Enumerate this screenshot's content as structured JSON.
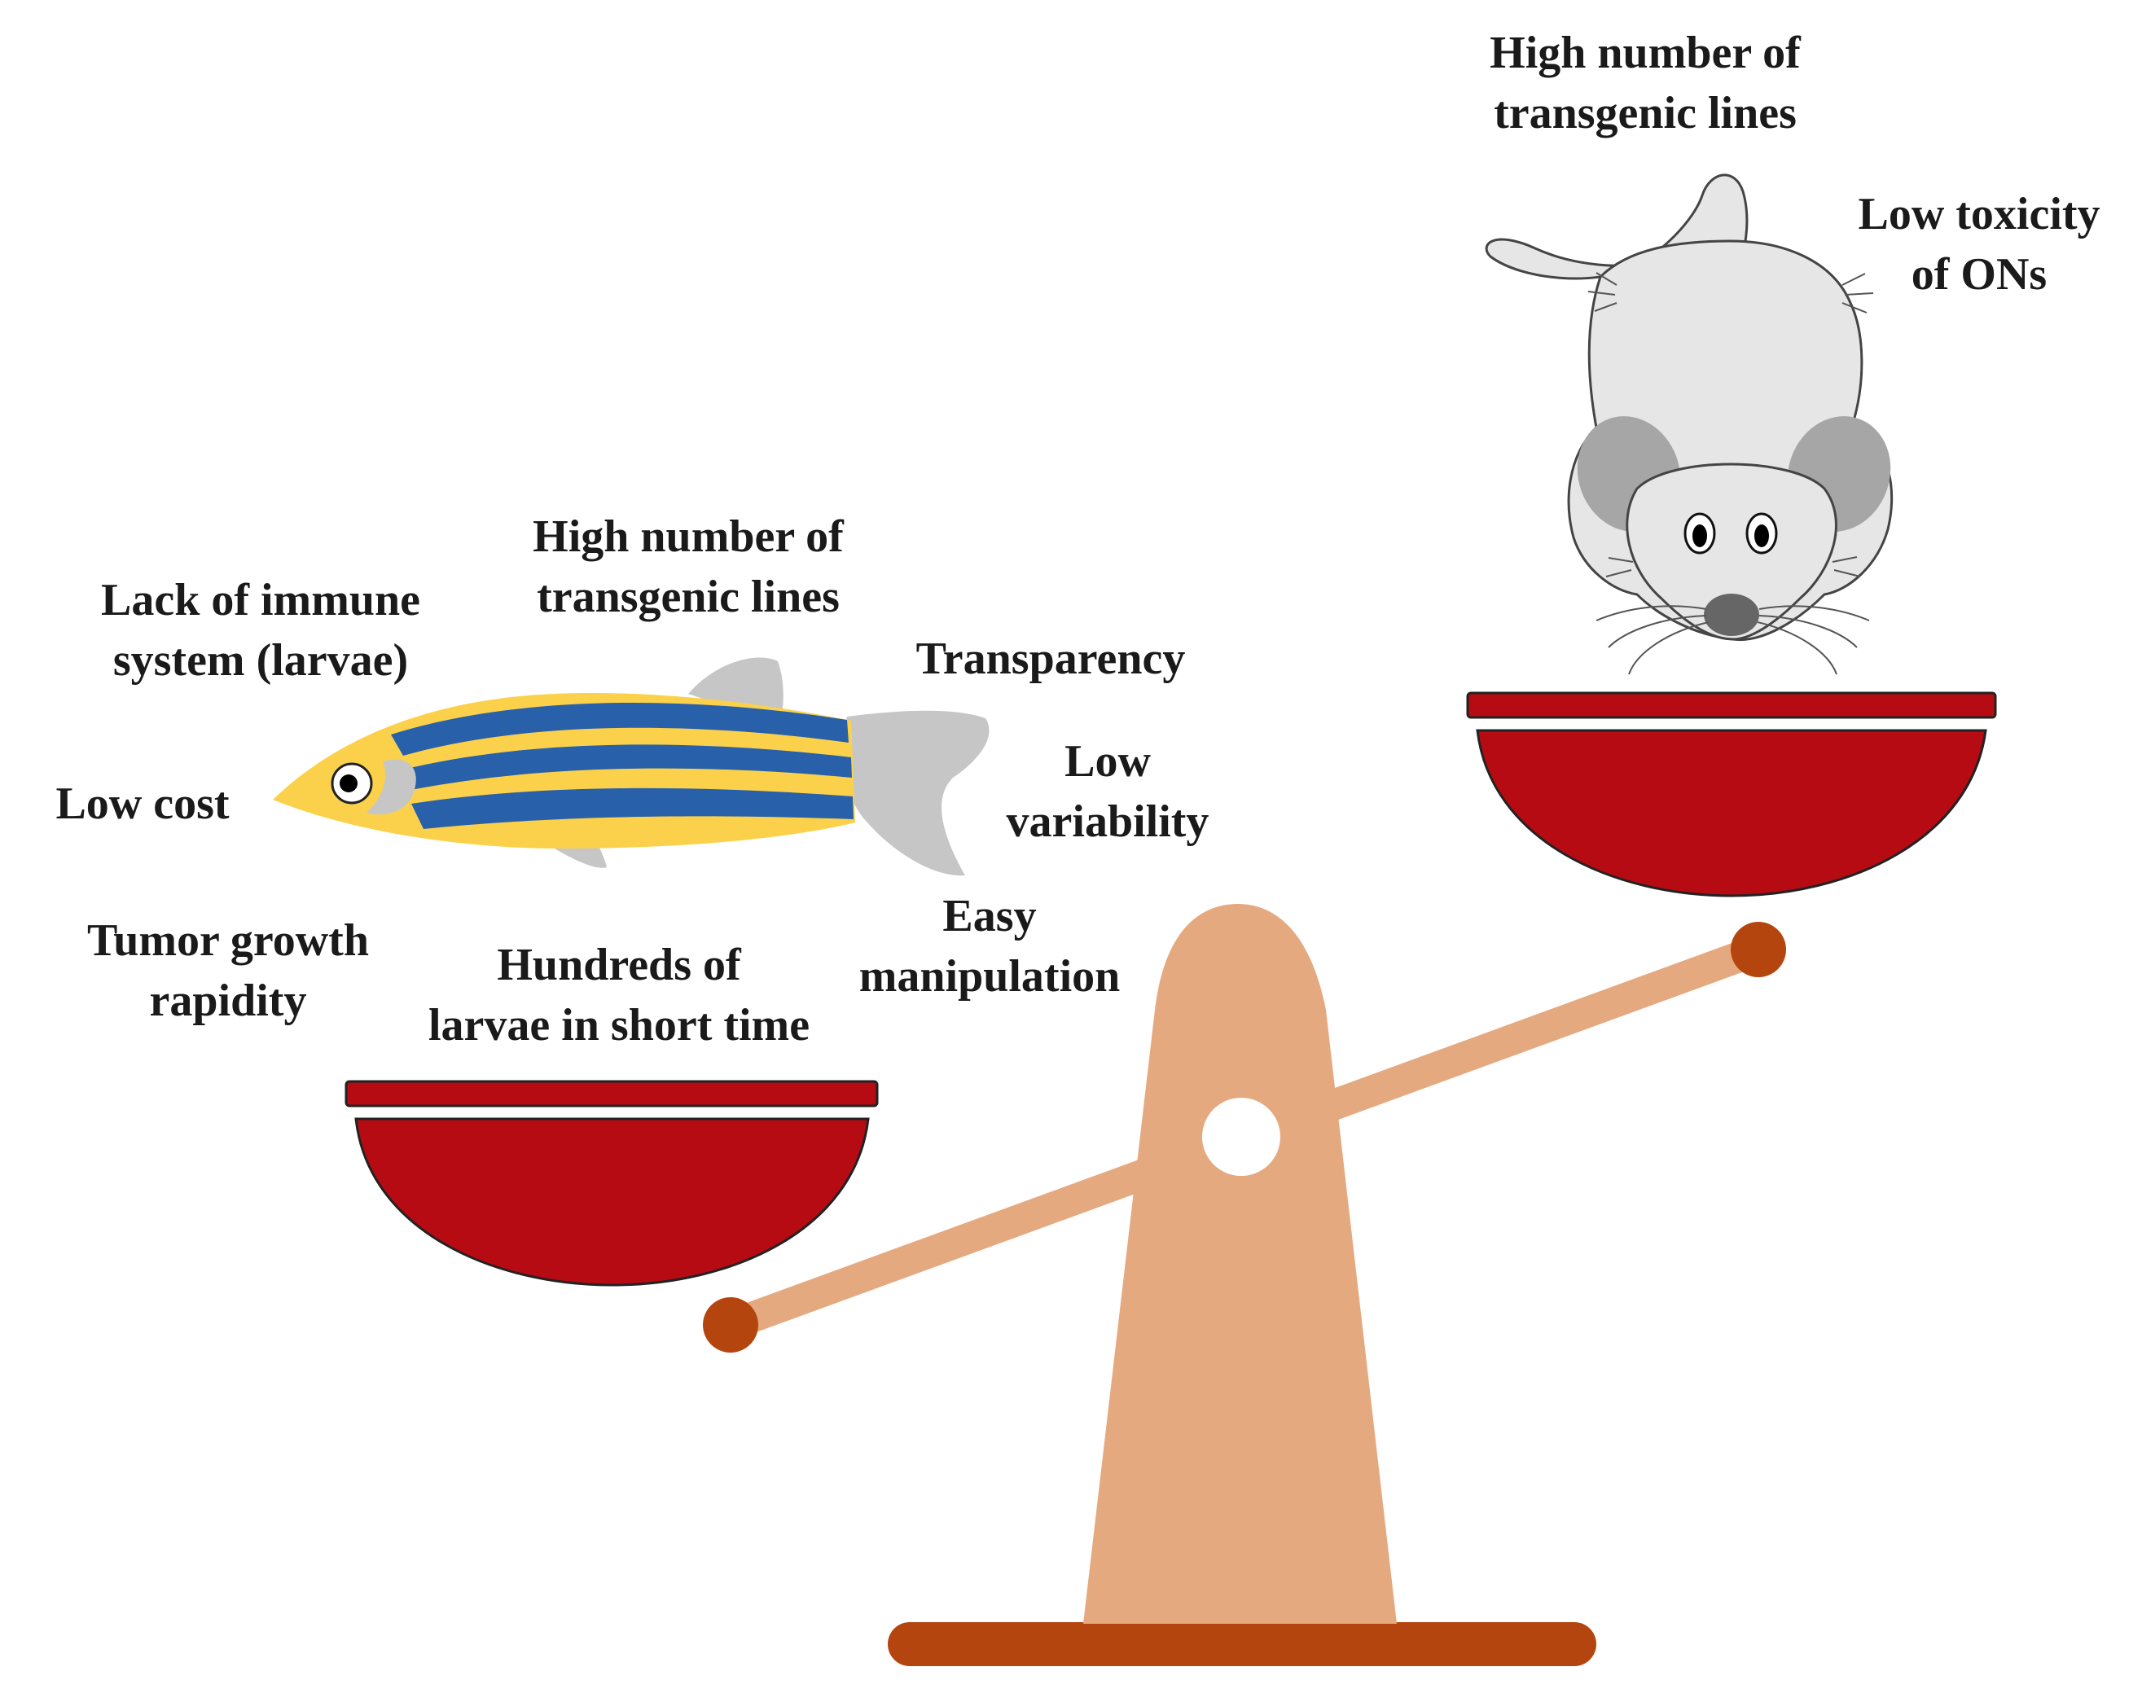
{
  "colors": {
    "pan_red": "#b70b14",
    "pan_outline": "#222222",
    "fulcrum": "#e5a97f",
    "beam": "#e5a97f",
    "beam_end": "#b5450f",
    "base": "#b5450f",
    "fish_yellow": "#fbd14b",
    "fish_blue": "#2860aa",
    "fish_fin": "#c6c6c6",
    "mouse_body": "#e6e6e6",
    "mouse_ear": "#a6a6a6",
    "mouse_nose": "#666666"
  },
  "icons": {
    "fish": "zebrafish-icon",
    "mouse": "mouse-icon",
    "scale": "balance-scale-icon"
  },
  "zebrafish_labels": {
    "lack_immune": [
      "Lack of immune",
      "system (larvae)"
    ],
    "high_transgenic": [
      "High number of",
      "transgenic lines"
    ],
    "transparency": [
      "Transparency"
    ],
    "low_cost": [
      "Low cost"
    ],
    "low_variability": [
      "Low",
      "variability"
    ],
    "easy_manipulation": [
      "Easy",
      "manipulation"
    ],
    "tumor_growth": [
      "Tumor growth",
      "rapidity"
    ],
    "hundreds_larvae": [
      "Hundreds of",
      "larvae in short time"
    ]
  },
  "mouse_labels": {
    "high_transgenic": [
      "High number of",
      "transgenic lines"
    ],
    "low_toxicity": [
      "Low toxicity",
      "of ONs"
    ]
  }
}
